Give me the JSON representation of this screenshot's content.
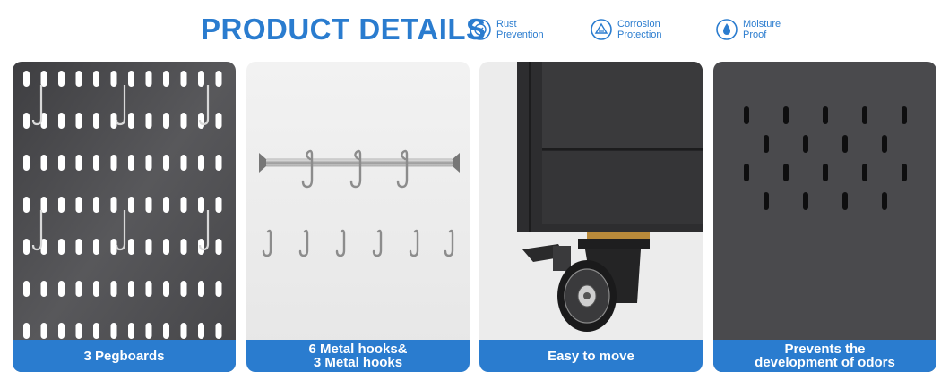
{
  "header": {
    "title": "PRODUCT DETAILS",
    "features": [
      {
        "icon": "rust-prevention-icon",
        "label": "Rust\nPrevention"
      },
      {
        "icon": "corrosion-protection-icon",
        "label": "Corrosion\nProtection"
      },
      {
        "icon": "moisture-proof-icon",
        "label": "Moisture\nProof"
      }
    ]
  },
  "colors": {
    "accent": "#2a7ccf",
    "panel_dark": "#4a4a4d",
    "panel_light": "#ececec"
  },
  "panels": [
    {
      "image": "pegboards-photo",
      "caption": "3 Pegboards"
    },
    {
      "image": "metal-hooks-photo",
      "caption": "6 Metal hooks&\n3 Metal hooks"
    },
    {
      "image": "caster-wheel-photo",
      "caption": "Easy to move"
    },
    {
      "image": "ventilation-holes-photo",
      "caption": "Prevents the\ndevelopment of odors"
    }
  ]
}
